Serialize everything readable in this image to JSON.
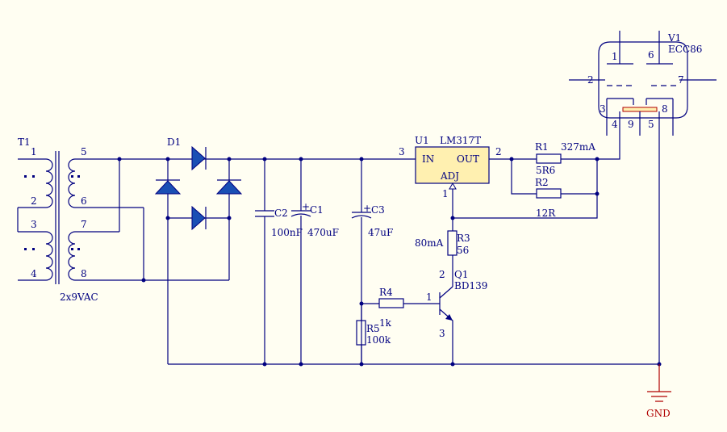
{
  "schematic": {
    "transformer": {
      "ref": "T1",
      "value": "2x9VAC",
      "pins": [
        "1",
        "2",
        "3",
        "4",
        "5",
        "6",
        "7",
        "8"
      ]
    },
    "bridge": {
      "ref": "D1"
    },
    "capacitors": [
      {
        "ref": "C2",
        "value": "100nF"
      },
      {
        "ref": "C1",
        "value": "470uF"
      },
      {
        "ref": "C3",
        "value": "47uF"
      }
    ],
    "regulator": {
      "ref": "U1",
      "part": "LM317T",
      "in": "IN",
      "out": "OUT",
      "adj": "ADJ",
      "pin_in": "3",
      "pin_out": "2",
      "pin_adj": "1"
    },
    "resistors": {
      "r1": {
        "ref": "R1",
        "value": "5R6",
        "note": "327mA"
      },
      "r2": {
        "ref": "R2",
        "value": "12R"
      },
      "r3": {
        "ref": "R3",
        "value": "56",
        "note": "80mA"
      },
      "r4": {
        "ref": "R4",
        "value": "1k"
      },
      "r5": {
        "ref": "R5",
        "value": "100k"
      }
    },
    "transistor": {
      "ref": "Q1",
      "part": "BD139",
      "pin_b": "1",
      "pin_c": "2",
      "pin_e": "3"
    },
    "tube": {
      "ref": "V1",
      "part": "ECC86",
      "pins": [
        "1",
        "2",
        "3",
        "4",
        "5",
        "6",
        "7",
        "8",
        "9"
      ]
    },
    "ground": {
      "label": "GND"
    },
    "colors": {
      "wire": "#000080",
      "diode": "#1a4fb4",
      "regulator": "#fff0b0",
      "ground": "#b00000"
    }
  }
}
